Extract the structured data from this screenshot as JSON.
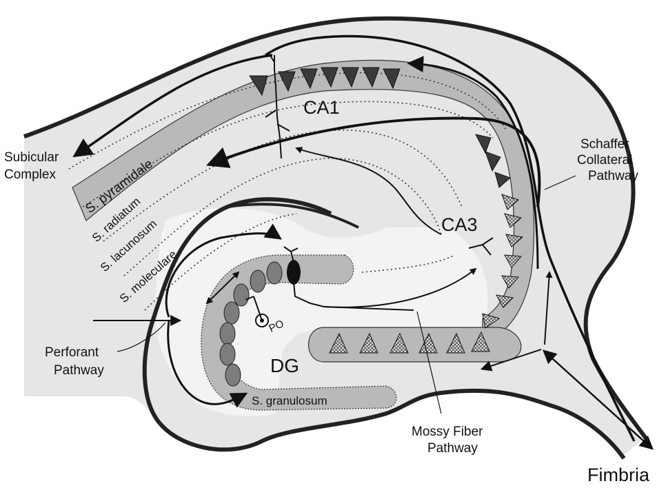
{
  "regions": {
    "ca1": "CA1",
    "ca3": "CA3",
    "dg": "DG",
    "po": "PO"
  },
  "layers": {
    "pyramidale": "S. pyramidale",
    "radiatum": "S. radiatum",
    "lacunosum": "S. lacunosum",
    "moleculare": "S. moleculare",
    "granulosum": "S. granulosum"
  },
  "labels": {
    "subicular_1": "Subicular",
    "subicular_2": "Complex",
    "schaffer_1": "Schaffer",
    "schaffer_2": "Collateral",
    "schaffer_3": "Pathway",
    "perforant_1": "Perforant",
    "perforant_2": "Pathway",
    "mossy_1": "Mossy Fiber",
    "mossy_2": "Pathway",
    "fimbria": "Fimbria"
  },
  "colors": {
    "tissue": "#e6e6e6",
    "band": "#b9b9b9",
    "pyramid": "#3a3a3a",
    "granule": "#7d7d7d",
    "outline": "#222222"
  }
}
